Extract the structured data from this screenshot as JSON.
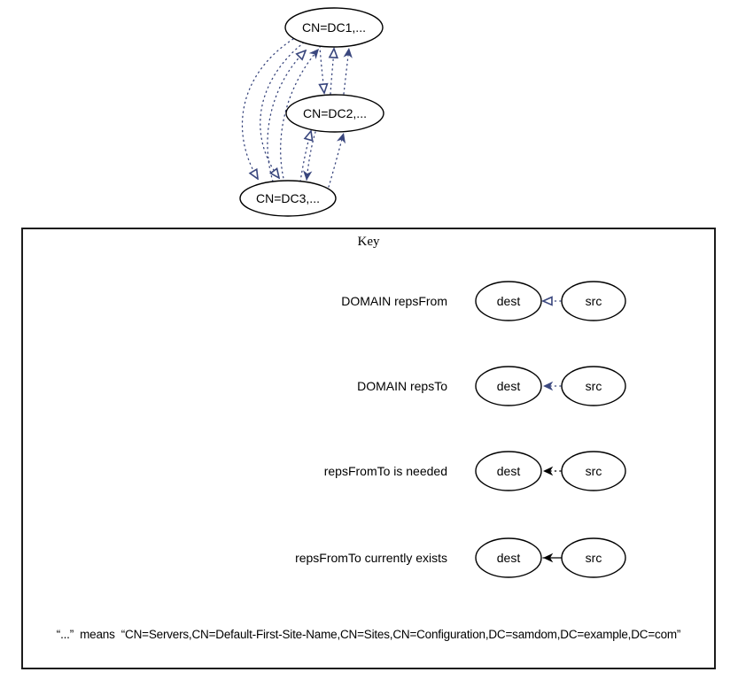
{
  "diagram": {
    "nodes": [
      {
        "label": "CN=DC1,..."
      },
      {
        "label": "CN=DC2,..."
      },
      {
        "label": "CN=DC3,..."
      }
    ],
    "edges": [
      {
        "from": "CN=DC2,...",
        "to": "CN=DC1,...",
        "type": "repsFrom"
      },
      {
        "from": "CN=DC2,...",
        "to": "CN=DC1,...",
        "type": "repsTo"
      },
      {
        "from": "CN=DC1,...",
        "to": "CN=DC2,...",
        "type": "repsFrom"
      },
      {
        "from": "CN=DC3,...",
        "to": "CN=DC1,...",
        "type": "repsFrom"
      },
      {
        "from": "CN=DC3,...",
        "to": "CN=DC1,...",
        "type": "repsTo"
      },
      {
        "from": "CN=DC3,...",
        "to": "CN=DC2,...",
        "type": "repsFrom"
      },
      {
        "from": "CN=DC3,...",
        "to": "CN=DC2,...",
        "type": "repsTo"
      },
      {
        "from": "CN=DC1,...",
        "to": "CN=DC3,...",
        "type": "repsFrom"
      },
      {
        "from": "CN=DC1,...",
        "to": "CN=DC3,...",
        "type": "repsFrom"
      },
      {
        "from": "CN=DC2,...",
        "to": "CN=DC3,...",
        "type": "repsTo"
      }
    ]
  },
  "key": {
    "title": "Key",
    "rows": [
      {
        "label": "DOMAIN repsFrom",
        "dest": "dest",
        "src": "src",
        "line": "dotted-navy",
        "arrow": "hollow-navy"
      },
      {
        "label": "DOMAIN repsTo",
        "dest": "dest",
        "src": "src",
        "line": "dotted-navy",
        "arrow": "filled-navy"
      },
      {
        "label": "repsFromTo is needed",
        "dest": "dest",
        "src": "src",
        "line": "dotted-black",
        "arrow": "filled-black"
      },
      {
        "label": "repsFromTo currently exists",
        "dest": "dest",
        "src": "src",
        "line": "solid-black",
        "arrow": "filled-black"
      }
    ],
    "footnote": "“...”  means  “CN=Servers,CN=Default-First-Site-Name,CN=Sites,CN=Configuration,DC=samdom,DC=example,DC=com”"
  },
  "colors": {
    "domain_edge": "#3a477e",
    "local_edge": "#000000",
    "node_stroke": "#000000",
    "background": "#ffffff"
  }
}
